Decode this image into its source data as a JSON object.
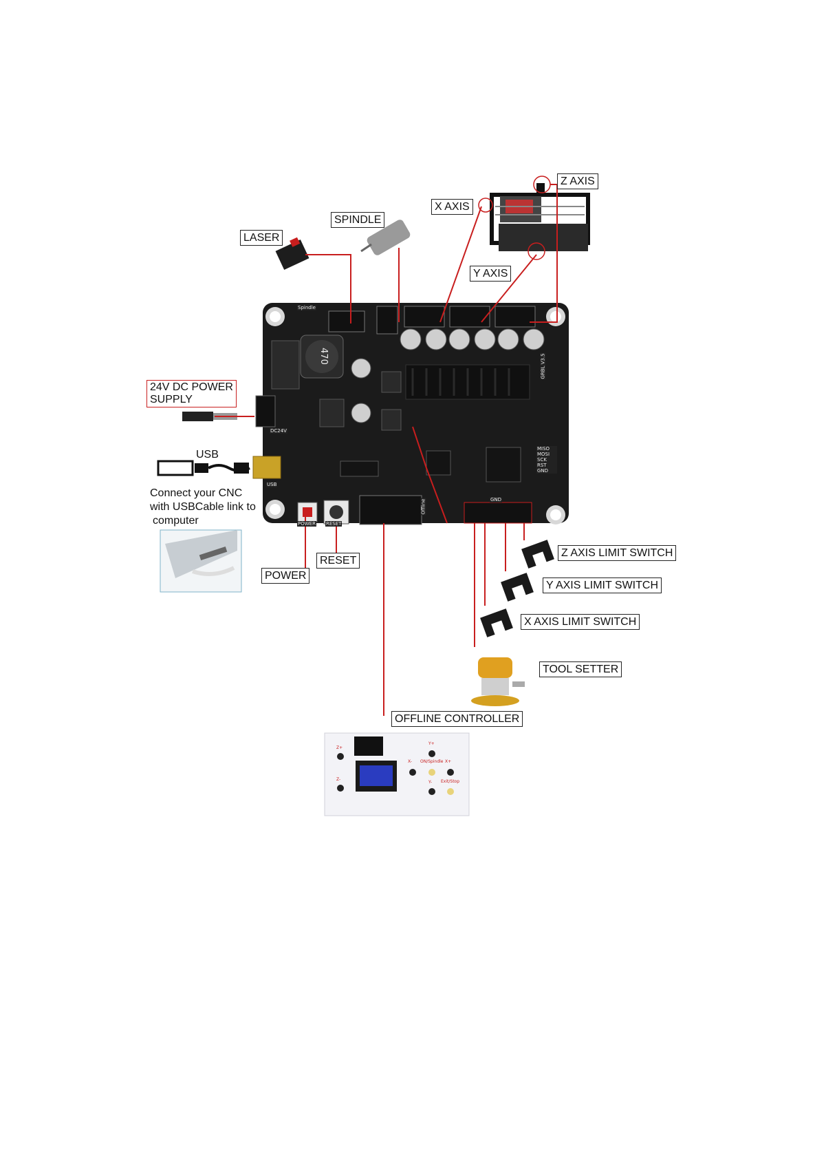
{
  "labels": {
    "z_axis": "Z AXIS",
    "x_axis": "X AXIS",
    "spindle": "SPINDLE",
    "laser": "LASER",
    "y_axis": "Y AXIS",
    "power_supply_line1": "24V DC POWER",
    "power_supply_line2": "SUPPLY",
    "usb": "USB",
    "usb_note_line1": "Connect your CNC",
    "usb_note_line2": "with USBCable link to",
    "usb_note_line3": "computer",
    "power": "POWER",
    "reset": "RESET",
    "z_limit": "Z AXIS LIMIT SWITCH",
    "y_limit": "Y AXIS LIMIT SWITCH",
    "x_limit": "X AXIS LIMIT SWITCH",
    "tool_setter": "TOOL SETTER",
    "offline_controller": "OFFLINE CONTROLLER"
  },
  "pcb": {
    "inductor": "470",
    "dc_jack": "DC24V",
    "usb_port": "USB",
    "power_btn": "POWER",
    "reset_btn": "RESET",
    "offline": "Offline",
    "gnd": "GND",
    "spindle_hdr": "Spindle",
    "version": "GRBL V3.5",
    "icsp": "MISO MOSI SCK RST GND"
  },
  "controller": {
    "y_plus": "Y+",
    "y_minus": "Y-",
    "x_plus": "X+",
    "x_minus": "X-",
    "z_plus": "Z+",
    "z_minus": "Z-",
    "on_spindle": "ON/Spindle",
    "exit_stop": "Exit/Stop"
  },
  "colors": {
    "wire": "#c81e1e",
    "board": "#1b1b1b",
    "label_border": "#222222"
  }
}
